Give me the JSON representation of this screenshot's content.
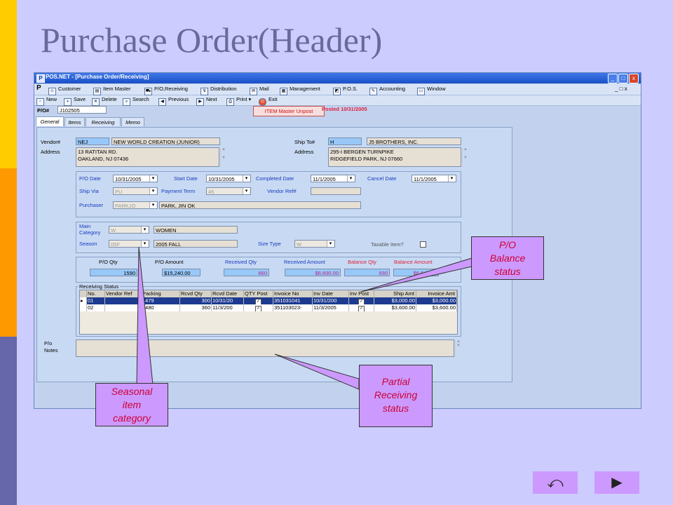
{
  "slide": {
    "title": "Purchase Order(Header)"
  },
  "window": {
    "title": "POS.NET - [Purchase Order/Receiving]",
    "controls": {
      "minimize": "_",
      "maximize": "□",
      "close": "x"
    },
    "mdi_controls": "_ □ x"
  },
  "menu": [
    {
      "label": "Customer",
      "icon": "customer-icon",
      "glyph": "☺"
    },
    {
      "label": "Item Master",
      "icon": "item-master-icon",
      "glyph": "▤"
    },
    {
      "label": "P/O,Receiving",
      "icon": "receiving-icon",
      "glyph": "⛟"
    },
    {
      "label": "Distribution",
      "icon": "distribution-icon",
      "glyph": "↯"
    },
    {
      "label": "Mail",
      "icon": "mail-icon",
      "glyph": "✉"
    },
    {
      "label": "Management",
      "icon": "management-icon",
      "glyph": "▦"
    },
    {
      "label": "P.O.S.",
      "icon": "pos-icon",
      "glyph": "◩"
    },
    {
      "label": "Accounting",
      "icon": "accounting-icon",
      "glyph": "✎"
    },
    {
      "label": "Window",
      "icon": "window-icon",
      "glyph": "▭"
    }
  ],
  "toolbar": [
    {
      "label": "New",
      "icon": "new-icon",
      "glyph": "▫"
    },
    {
      "label": "Save",
      "icon": "save-icon",
      "glyph": "▪"
    },
    {
      "label": "Delete",
      "icon": "delete-icon",
      "glyph": "✕"
    },
    {
      "label": "Search",
      "icon": "search-icon",
      "glyph": "⌕"
    },
    {
      "label": "Previous",
      "icon": "previous-icon",
      "glyph": "◀"
    },
    {
      "label": "Next",
      "icon": "next-icon",
      "glyph": "▶"
    },
    {
      "label": "Print",
      "icon": "print-icon",
      "glyph": "⎙"
    },
    {
      "label": "Exit",
      "icon": "exit-icon",
      "glyph": "⏻"
    }
  ],
  "po_header": {
    "label": "P/O#",
    "value": "J102505"
  },
  "unpost_button": "ITEM Master Unpost",
  "posted_text": "Posted 10/31/2005",
  "tabs": [
    "General",
    "Items",
    "Receiving",
    "Memo"
  ],
  "vendor": {
    "label": "Vendor#",
    "code": "NEJ",
    "name": "NEW WORLD CREATION (JUNIOR)",
    "address_label": "Address",
    "address_line1": "13 RATITAN RD.",
    "address_line2": "OAKLAND, NJ 07436"
  },
  "ship_to": {
    "label": "Ship To#",
    "code": "H",
    "name": "J5 BROTHERS, INC.",
    "address_label": "Address",
    "address_line1": "295-I BERGEN TURNPIKE",
    "address_line2": "RIDGEFIELD PARK, NJ 07660"
  },
  "dates": {
    "po_date_label": "P/O Date",
    "po_date": "10/31/2005",
    "start_label": "Start Date",
    "start": "10/31/2005",
    "completed_label": "Completed  Date",
    "completed": "11/1/2005",
    "cancel_label": "Cancel Date",
    "cancel": "11/1/2005",
    "ship_via_label": "Ship Via",
    "ship_via": "PU",
    "payment_term_label": "Payment Term",
    "payment_term": "45",
    "vendor_ref_label": "Vendor Ref#",
    "vendor_ref": "",
    "purchaser_label": "Purchaser",
    "purchaser_code": "PARKJO",
    "purchaser_name": "PARK, JIN OK"
  },
  "category": {
    "main_label_1": "Main",
    "main_label_2": "Category",
    "main_code": "W",
    "main_name": "WOMEN",
    "season_label": "Season",
    "season_code": "05F",
    "season_name": "2005 FALL",
    "size_type_label": "Size Type",
    "size_type": "W",
    "taxable_label": "Taxable Item?"
  },
  "totals": {
    "po_qty_label": "P/O Qty",
    "po_qty": "1590",
    "po_amount_label": "P/O Amount",
    "po_amount": "$15,240.00",
    "received_qty_label": "Received Qty",
    "received_qty": "660",
    "received_amount_label": "Received Amount",
    "received_amount": "$6,600.00",
    "balance_qty_label": "Balance Qty",
    "balance_qty": "930",
    "balance_amount_label": "Balance Amount",
    "balance_amount": "$8,640.00"
  },
  "receiving_status": {
    "title": "Receiving Status",
    "columns": [
      "No.",
      "Vendor Ref",
      "Packing",
      "Rcvd Qty",
      "Rcvd Date",
      "QTY Post",
      "Invoice No",
      "Inv Date",
      "Inv Post",
      "Ship Amt",
      "Invoice Amt"
    ],
    "rows": [
      [
        "01",
        "",
        "1479",
        "300",
        "10/31/20",
        "✓",
        "351031041",
        "10/31/200",
        "✓",
        "$3,000.00",
        "$3,000.00"
      ],
      [
        "02",
        "",
        "1480",
        "360",
        "11/3/200",
        "✓",
        "351103023-",
        "11/3/2005",
        "✓",
        "$3,600.00",
        "$3,600.00"
      ]
    ]
  },
  "notes": {
    "label_1": "P/o",
    "label_2": "Notes",
    "value": ""
  },
  "callouts": {
    "balance": [
      "P/O",
      "Balance",
      "status"
    ],
    "seasonal": [
      "Seasonal",
      "item",
      "category"
    ],
    "partial": [
      "Partial",
      "Receiving",
      "status"
    ]
  },
  "nav": {
    "return_icon": "return-icon",
    "next_icon": "next-slide-icon",
    "return_glyph": "⤺",
    "next_glyph": "▶"
  }
}
